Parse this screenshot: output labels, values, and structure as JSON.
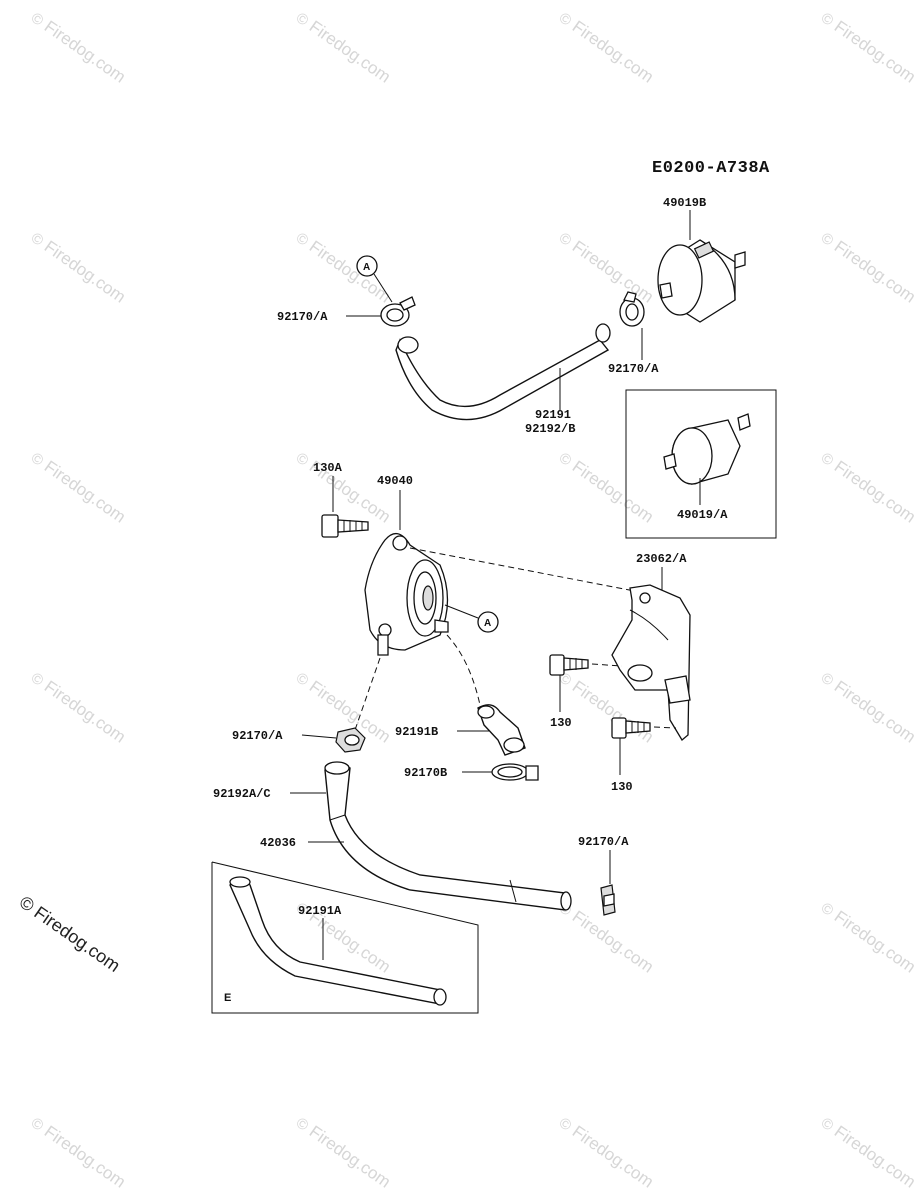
{
  "diagram": {
    "code": "E0200-A738A",
    "watermark": "Firedog.com",
    "watermark_symbol": "©",
    "callout_letter": "A",
    "inset_letter": "E"
  },
  "labels": {
    "filter_49019B": "49019B",
    "clamp_top_left": "92170/A",
    "clamp_top_right": "92170/A",
    "hose_92191": "92191",
    "hose_92192B": "92192/B",
    "filter_49019A": "49019/A",
    "bolt_130A": "130A",
    "pump_49040": "49040",
    "bracket_23062A": "23062/A",
    "bolt_130_upper": "130",
    "bolt_130_lower": "130",
    "clamp_mid_left": "92170/A",
    "hose_92191B": "92191B",
    "clamp_92170B": "92170B",
    "hose_92192AC": "92192A/C",
    "hose_42036": "42036",
    "clamp_bottom_right": "92170/A",
    "hose_92191A": "92191A"
  }
}
